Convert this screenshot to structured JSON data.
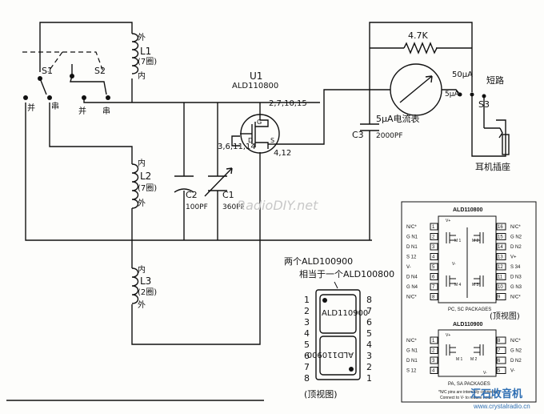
{
  "labels": {
    "outer_top": "外",
    "L1": "L1",
    "L1_turns": "(7圈)",
    "inner_top": "内",
    "S1": "S1",
    "S2": "S2",
    "parallel_left": "并",
    "series_left": "串",
    "parallel_mid": "并",
    "series_mid": "串",
    "U1": "U1",
    "U1_part": "ALD110800",
    "pins_top": "2,7,10,15",
    "pins_left": "3,6,11,14",
    "pins_bottom": "4,12",
    "gate": "G",
    "drain": "D",
    "source": "S",
    "C3": "C3",
    "C3_value": "2000PF",
    "R_value": "4.7K",
    "meter_label": "5μA电流表",
    "range_50": "50μA",
    "range_5": "5μA",
    "short": "短路",
    "S3": "S3",
    "jack": "耳机插座",
    "L2_inner": "内",
    "L2": "L2",
    "L2_turns": "(7圈)",
    "L2_outer": "外",
    "C2": "C2",
    "C2_value": "100PF",
    "C1": "C1",
    "C1_value": "360PF",
    "L3_inner": "内",
    "L3": "L3",
    "L3_turns": "(2圈)",
    "L3_outer": "外",
    "watermark": "RadioDIY.net",
    "note_line1": "两个ALD100900",
    "note_line2": "相当于一个ALD100800",
    "chip_name_a": "ALD110900",
    "chip_name_b": "ALD110900",
    "top_view_1": "(顶视图)",
    "top_view_2": "(顶视图)",
    "pins_left_col": [
      "1",
      "2",
      "3",
      "4",
      "5",
      "6",
      "7",
      "8"
    ],
    "pins_right_col": [
      "8",
      "7",
      "6",
      "5",
      "4",
      "3",
      "2",
      "1"
    ],
    "brand": "汇石收音机",
    "brand_url": "www.crystalradio.cn"
  },
  "ds1": {
    "title": "ALD110800",
    "left_pins": [
      "N/C*",
      "G N1",
      "D N1",
      "S 12",
      "V-",
      "D N4",
      "G N4",
      "N/C*"
    ],
    "left_nums": [
      "1",
      "2",
      "3",
      "4",
      "5",
      "6",
      "7",
      "8"
    ],
    "right_pins": [
      "N/C*",
      "G N2",
      "D N2",
      "V+",
      "S 34",
      "D N3",
      "G N3",
      "N/C*"
    ],
    "right_nums": [
      "16",
      "15",
      "14",
      "13",
      "12",
      "11",
      "10",
      "9"
    ],
    "m1": "M 1",
    "m2": "M 2",
    "m3": "M 3",
    "m4": "M 4",
    "vplus": "V+",
    "vminus": "V-",
    "packages": "PC, SC PACKAGES"
  },
  "ds2": {
    "title": "ALD110900",
    "left_pins": [
      "N/C*",
      "G N1",
      "D N1",
      "S 12"
    ],
    "left_nums": [
      "1",
      "2",
      "3",
      "4"
    ],
    "right_pins": [
      "N/C*",
      "G N2",
      "D N2",
      "V-"
    ],
    "right_nums": [
      "8",
      "7",
      "6",
      "5"
    ],
    "m1": "M 1",
    "m2": "M 2",
    "vplus": "V+",
    "vminus": "V-",
    "packages": "PA, SA PACKAGES",
    "note1": "*N/C pins are internally connected.",
    "note2": "Connect to V- to reduce noise"
  }
}
